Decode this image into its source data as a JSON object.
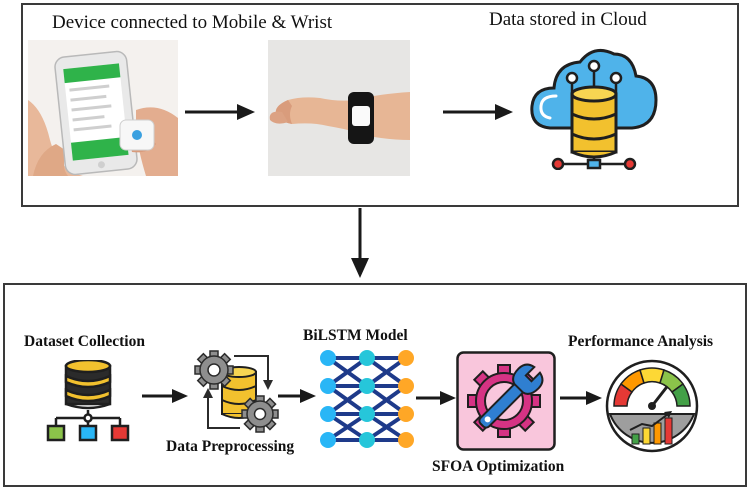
{
  "top_panel": {
    "device_label": "Device connected to Mobile & Wrist",
    "cloud_label": "Data stored in Cloud"
  },
  "pipeline": {
    "dataset_label": "Dataset Collection",
    "preprocessing_label": "Data Preprocessing",
    "bilstm_label": "BiLSTM Model",
    "sfoa_label": "SFOA Optimization",
    "performance_label": "Performance Analysis"
  },
  "colors": {
    "border": "#3a3a3a",
    "arrow": "#1a1a1a",
    "database_gold": "#f2c12e",
    "database_dark": "#2b2b2b",
    "cloud_blue": "#4fb3ea",
    "node_blue": "#29b6f6",
    "node_orange": "#ffa726",
    "node_teal": "#26c6da",
    "link_blue": "#1e3a8a",
    "gear_gray": "#8e8e8e",
    "sfoa_bg": "#f9c6dc",
    "sfoa_gear": "#d63384",
    "wrench_blue": "#2f7fd1",
    "gauge_red": "#e53935",
    "gauge_orange": "#ff9800",
    "gauge_yellow": "#fdd835",
    "gauge_green": "#43a047",
    "phone_screen": "#2fb34a"
  },
  "icons": [
    "smartphone-sensor-photo",
    "wrist-sensor-photo",
    "cloud-database-icon",
    "database-network-icon",
    "gears-database-icon",
    "neural-network-icon",
    "gear-wrench-icon",
    "gauge-chart-icon",
    "arrow-right-icon",
    "arrow-down-icon"
  ]
}
